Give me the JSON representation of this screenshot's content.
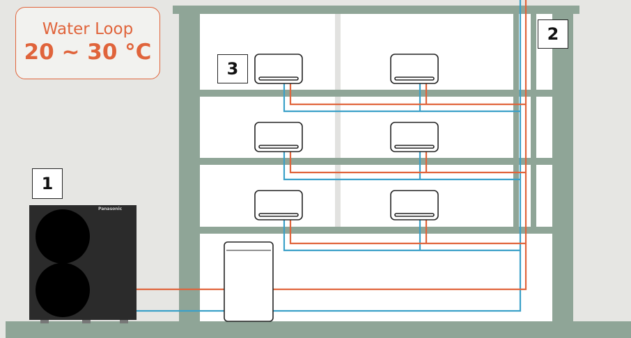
{
  "water_loop": {
    "title": "Water Loop",
    "temperature": "20 ~ 30 °C"
  },
  "labels": {
    "outdoor_unit": "1",
    "riser_pipe": "2",
    "indoor_unit": "3"
  },
  "outdoor_unit_brand": "Panasonic",
  "colors": {
    "hot_pipe": "#e0643b",
    "cold_pipe": "#3aa0c8",
    "building": "#8fa597",
    "accent": "#e0643b"
  }
}
